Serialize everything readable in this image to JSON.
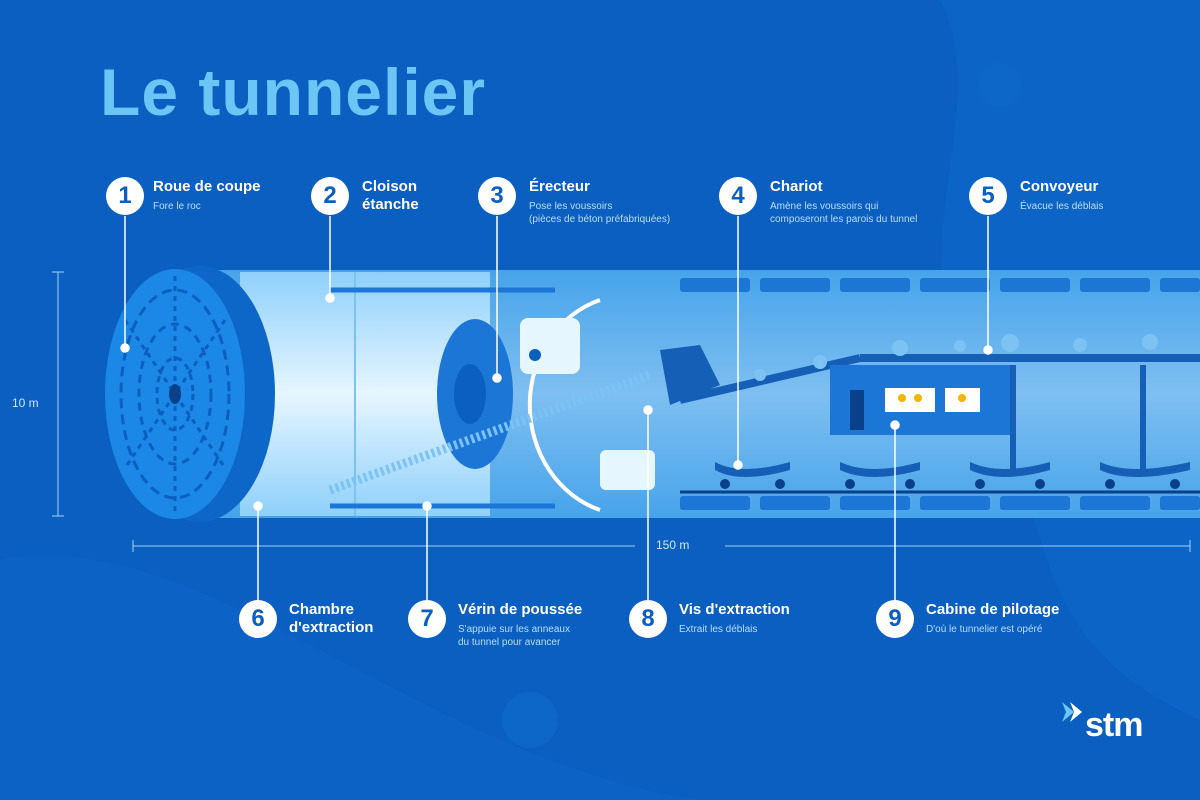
{
  "title": "Le tunnelier",
  "dimensions": {
    "height": "10 m",
    "length": "150 m"
  },
  "callouts": [
    {
      "num": "1",
      "title": "Roue de coupe",
      "desc": "Fore le roc"
    },
    {
      "num": "2",
      "title": "Cloison\nétanche",
      "desc": ""
    },
    {
      "num": "3",
      "title": "Érecteur",
      "desc": "Pose les voussoirs\n(pièces de béton préfabriquées)"
    },
    {
      "num": "4",
      "title": "Chariot",
      "desc": "Amène les voussoirs qui\ncomposeront les parois du tunnel"
    },
    {
      "num": "5",
      "title": "Convoyeur",
      "desc": "Évacue les déblais"
    },
    {
      "num": "6",
      "title": "Chambre\nd'extraction",
      "desc": ""
    },
    {
      "num": "7",
      "title": "Vérin de poussée",
      "desc": "S'appuie sur les anneaux\ndu tunnel pour avancer"
    },
    {
      "num": "8",
      "title": "Vis d'extraction",
      "desc": "Extrait les déblais"
    },
    {
      "num": "9",
      "title": "Cabine de pilotage",
      "desc": "D'où le tunnelier est opéré"
    }
  ],
  "logo": {
    "text": "stm",
    "icon": "stm-arrow-logo"
  },
  "colors": {
    "background": "#0a5fc0",
    "title": "#6cc6f5",
    "accent": "#4fb3f0"
  }
}
